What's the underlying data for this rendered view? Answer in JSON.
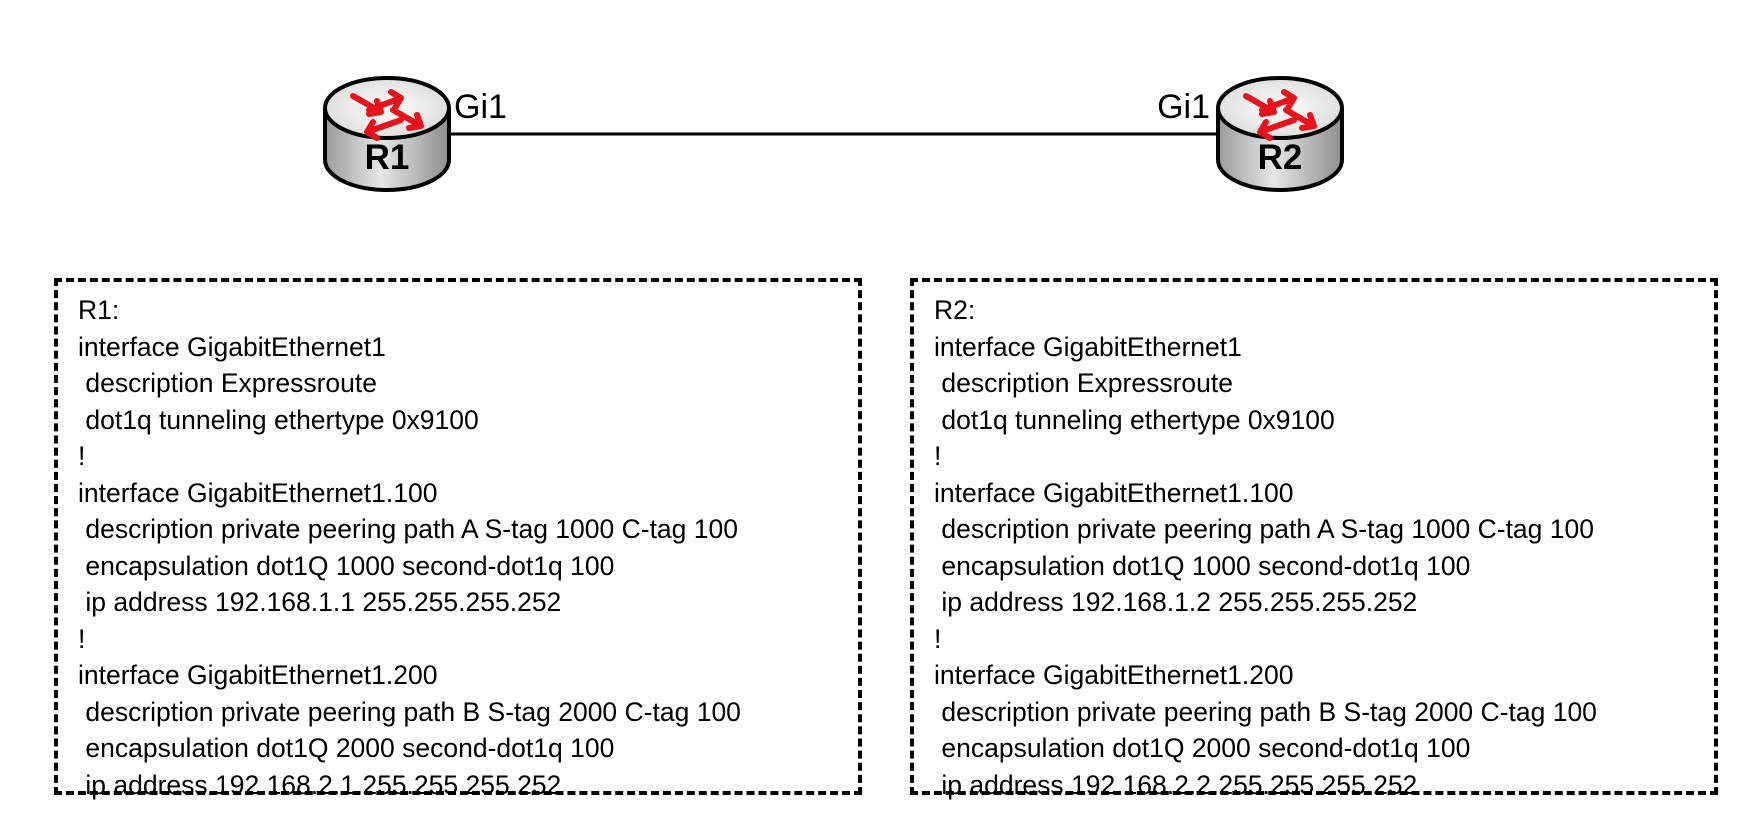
{
  "topology": {
    "routers": [
      {
        "id": "r1",
        "name": "R1",
        "interface": "Gi1"
      },
      {
        "id": "r2",
        "name": "R2",
        "interface": "Gi1"
      }
    ],
    "colors": {
      "arrow": "#e8121b",
      "router_body_top": "#f2f2f2",
      "router_body_bottom": "#a9a9a9",
      "link": "#000000"
    }
  },
  "configs": [
    {
      "router": "R1",
      "lines": [
        "R1:",
        "interface GigabitEthernet1",
        " description Expressroute",
        " dot1q tunneling ethertype 0x9100",
        "!",
        "interface GigabitEthernet1.100",
        " description private peering path A S-tag 1000 C-tag 100",
        " encapsulation dot1Q 1000 second-dot1q 100",
        " ip address 192.168.1.1 255.255.255.252",
        "!",
        "interface GigabitEthernet1.200",
        " description private peering path B S-tag 2000 C-tag 100",
        " encapsulation dot1Q 2000 second-dot1q 100",
        " ip address 192.168.2.1 255.255.255.252"
      ]
    },
    {
      "router": "R2",
      "lines": [
        "R2:",
        "interface GigabitEthernet1",
        " description Expressroute",
        " dot1q tunneling ethertype 0x9100",
        "!",
        "interface GigabitEthernet1.100",
        " description private peering path A S-tag 1000 C-tag 100",
        " encapsulation dot1Q 1000 second-dot1q 100",
        " ip address 192.168.1.2 255.255.255.252",
        "!",
        "interface GigabitEthernet1.200",
        " description private peering path B S-tag 2000 C-tag 100",
        " encapsulation dot1Q 2000 second-dot1q 100",
        " ip address 192.168.2.2 255.255.255.252"
      ]
    }
  ]
}
